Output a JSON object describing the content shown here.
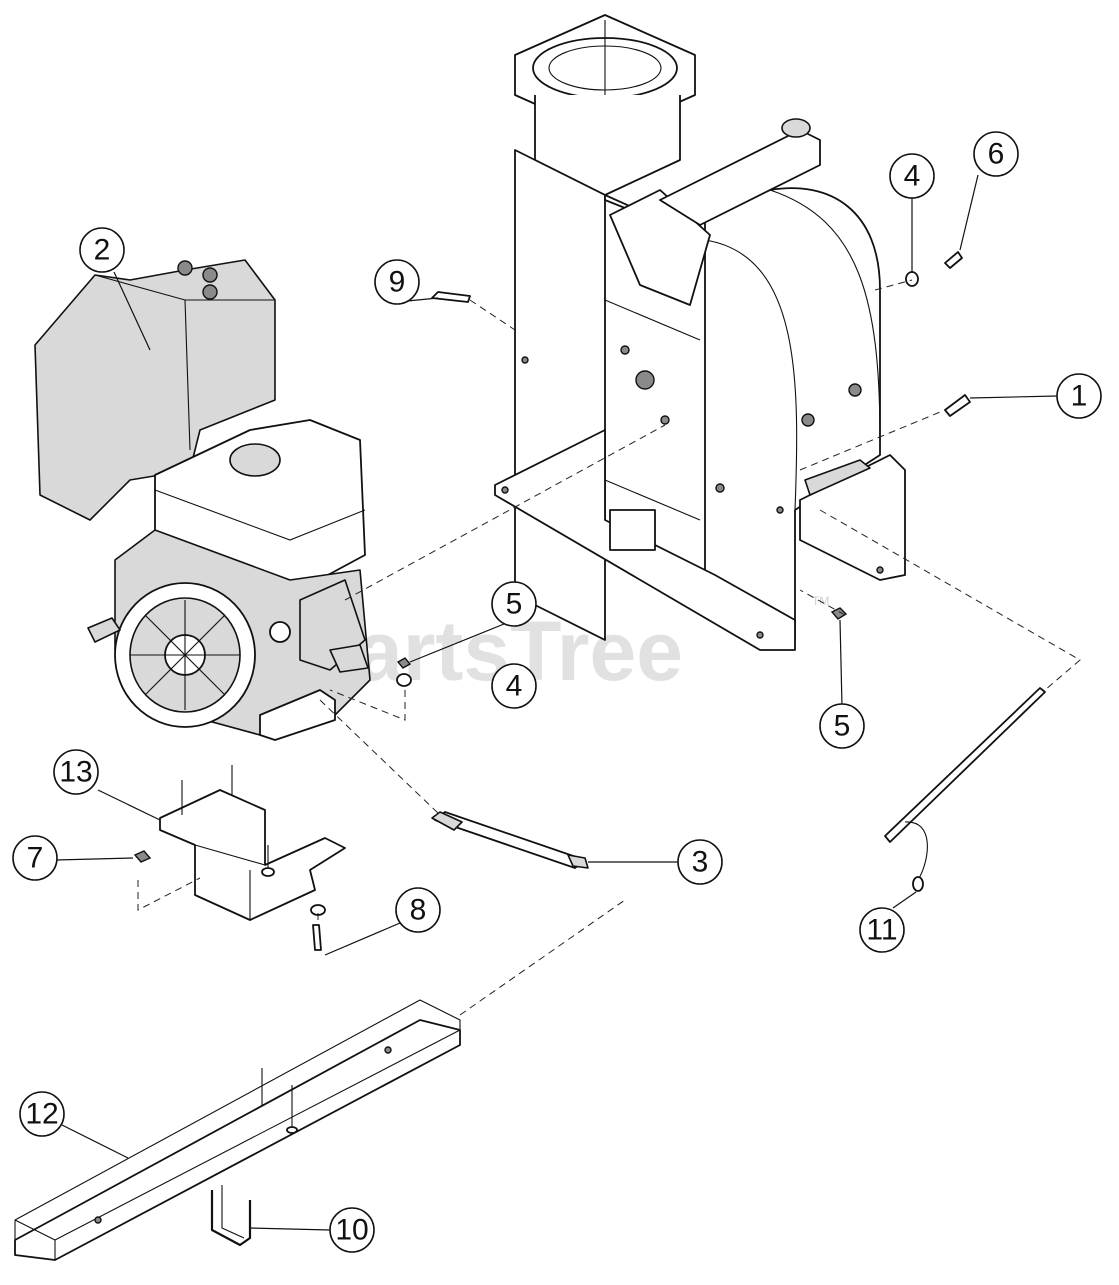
{
  "watermark": {
    "text": "PartsTree",
    "tm": "TM"
  },
  "callouts": [
    {
      "id": "1",
      "label": "1"
    },
    {
      "id": "2",
      "label": "2"
    },
    {
      "id": "3",
      "label": "3"
    },
    {
      "id": "4a",
      "label": "4"
    },
    {
      "id": "4b",
      "label": "4"
    },
    {
      "id": "5a",
      "label": "5"
    },
    {
      "id": "5b",
      "label": "5"
    },
    {
      "id": "6",
      "label": "6"
    },
    {
      "id": "7",
      "label": "7"
    },
    {
      "id": "8",
      "label": "8"
    },
    {
      "id": "9",
      "label": "9"
    },
    {
      "id": "10",
      "label": "10"
    },
    {
      "id": "11",
      "label": "11"
    },
    {
      "id": "12",
      "label": "12"
    },
    {
      "id": "13",
      "label": "13"
    }
  ],
  "colors": {
    "line": "#111111",
    "watermark": "#e1e1e1",
    "fill": "#ffffff"
  }
}
